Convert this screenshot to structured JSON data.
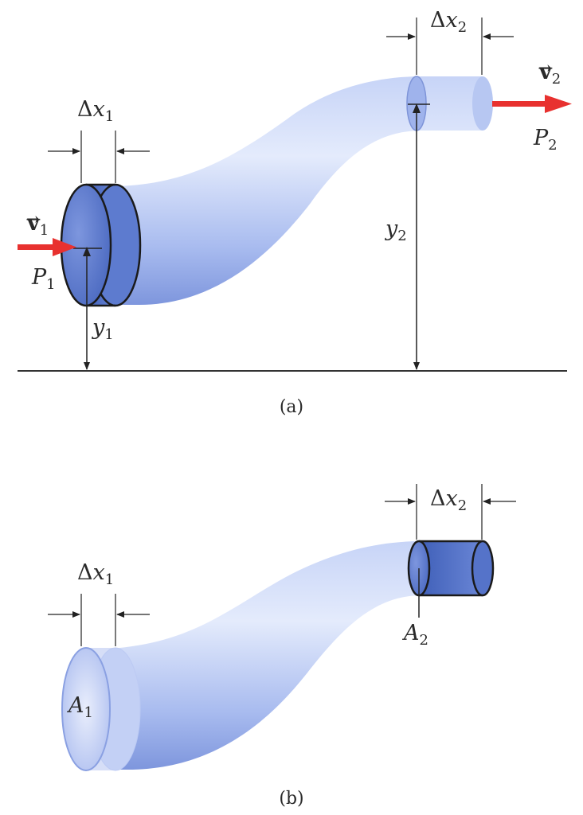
{
  "colors": {
    "tube_light": "#dde6fb",
    "tube_mid": "#a9bcef",
    "tube_dark": "#7b93dc",
    "slab_fill": "#4f6fc6",
    "arrow": "#e8312f",
    "line": "#222222"
  },
  "panel_a": {
    "caption": "(a)",
    "dx1": {
      "delta": "Δ",
      "var": "x",
      "sub": "1"
    },
    "dx2": {
      "delta": "Δ",
      "var": "x",
      "sub": "2"
    },
    "v1": {
      "var": "v",
      "vec": "→",
      "sub": "1"
    },
    "v2": {
      "var": "v",
      "vec": "→",
      "sub": "2"
    },
    "p1": {
      "var": "P",
      "sub": "1"
    },
    "p2": {
      "var": "P",
      "sub": "2"
    },
    "y1": {
      "var": "y",
      "sub": "1"
    },
    "y2": {
      "var": "y",
      "sub": "2"
    }
  },
  "panel_b": {
    "caption": "(b)",
    "dx1": {
      "delta": "Δ",
      "var": "x",
      "sub": "1"
    },
    "dx2": {
      "delta": "Δ",
      "var": "x",
      "sub": "2"
    },
    "a1": {
      "var": "A",
      "sub": "1"
    },
    "a2": {
      "var": "A",
      "sub": "2"
    }
  }
}
